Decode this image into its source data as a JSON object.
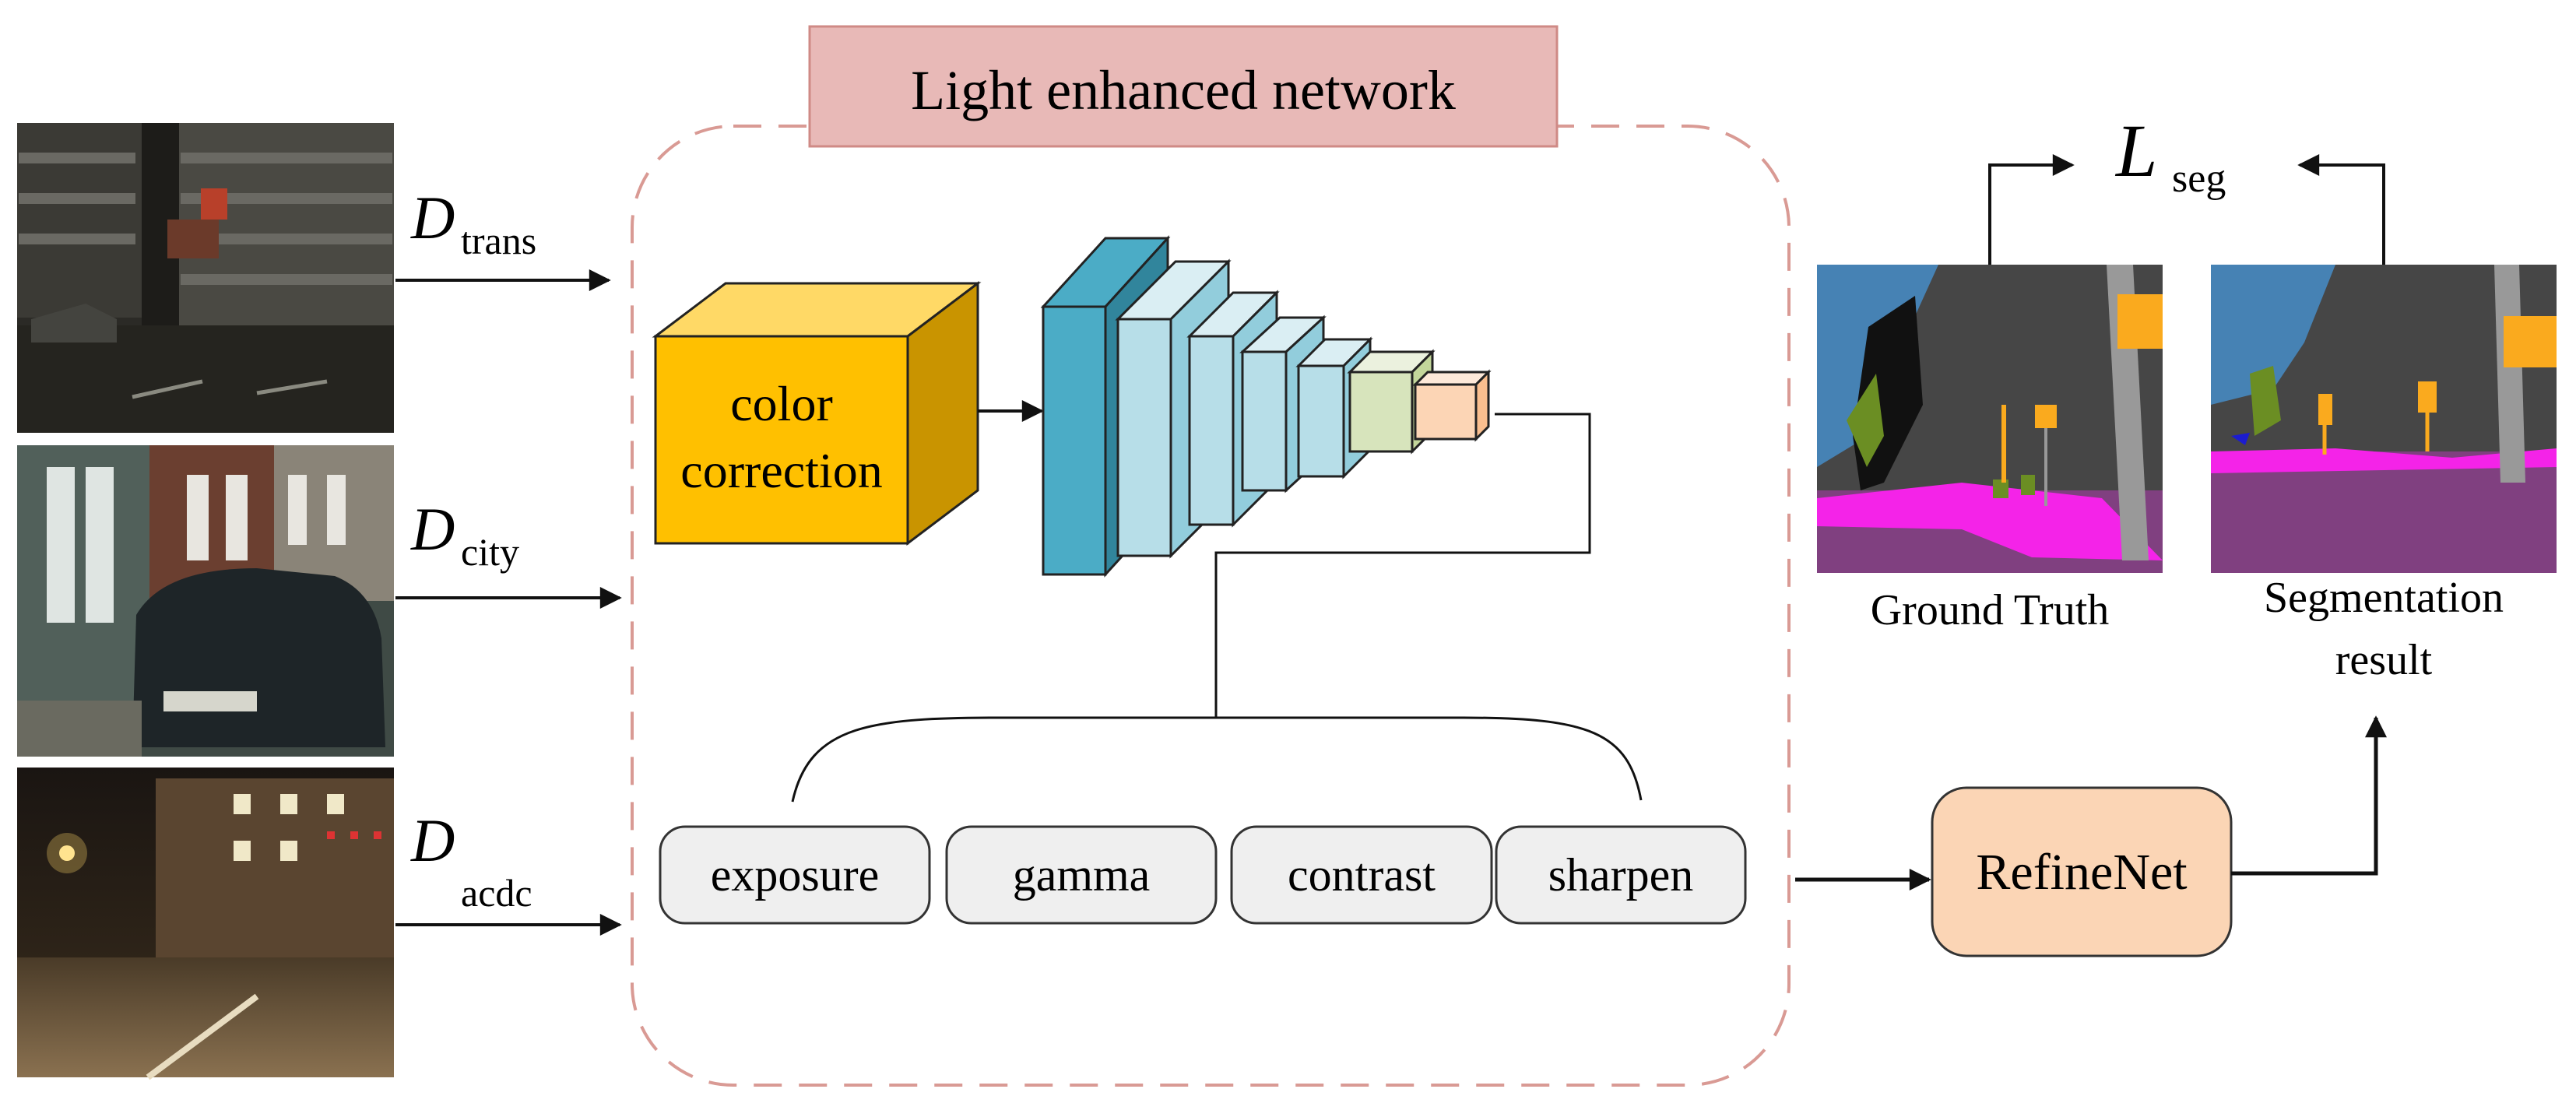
{
  "header": {
    "title": "Light enhanced network"
  },
  "inputs": [
    {
      "symbol": "D",
      "subscript": "trans"
    },
    {
      "symbol": "D",
      "subscript": "city"
    },
    {
      "symbol": "D",
      "subscript": "acdc"
    }
  ],
  "color_correction": {
    "line1": "color",
    "line2": "correction"
  },
  "filters": [
    "exposure",
    "gamma",
    "contrast",
    "sharpen"
  ],
  "refinenet": {
    "label": "RefineNet"
  },
  "loss": {
    "symbol": "L",
    "subscript": "seg"
  },
  "outputs": {
    "ground_truth_label": "Ground Truth",
    "segmentation_label_line1": "Segmentation",
    "segmentation_label_line2": "result"
  },
  "colors": {
    "title_box_fill": "#e8b9b7",
    "title_box_stroke": "#cf8a86",
    "network_border": "#d99a94",
    "color_cube_front": "#ffc000",
    "color_cube_top": "#ffd966",
    "color_cube_side": "#c99400",
    "cnn_first_front": "#4bacc6",
    "cnn_front": "#b7dee8",
    "cnn_green": "#d7e4bc",
    "cnn_orange": "#fcd5b5",
    "filter_fill": "#efefef",
    "refinenet_fill": "#fbd5b5",
    "seg_sky": "#4682b4",
    "seg_building": "#464646",
    "seg_road": "#804080",
    "seg_sidewalk": "#f423e8",
    "seg_sign": "#faaa1e",
    "seg_pole": "#999999",
    "seg_vegetation": "#6b8e23"
  }
}
